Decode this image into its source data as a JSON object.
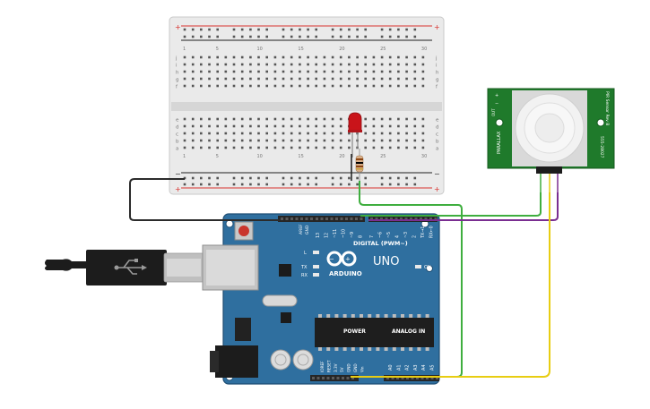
{
  "breadboard": {
    "rail_plus": "+",
    "rail_minus": "−",
    "row_letters_top": [
      "a",
      "b",
      "c",
      "d",
      "e"
    ],
    "row_letters_bottom": [
      "f",
      "g",
      "h",
      "i",
      "j"
    ],
    "column_numbers": [
      "1",
      "5",
      "10",
      "15",
      "20",
      "25",
      "30"
    ]
  },
  "arduino": {
    "brand": "ARDUINO",
    "model": "UNO",
    "digital_label": "DIGITAL (PWM~)",
    "power_label": "POWER",
    "analog_label": "ANALOG IN",
    "on_label": "ON",
    "led_l": "L",
    "led_tx": "TX",
    "led_rx": "RX",
    "aref": "AREF",
    "gnd": "GND",
    "digital_pins": [
      "13",
      "12",
      "~11",
      "~10",
      "~9",
      "8",
      "7",
      "~6",
      "~5",
      "4",
      "~3",
      "2",
      "TX→1",
      "RX←0"
    ],
    "power_pins": [
      "IOREF",
      "RESET",
      "3.3V",
      "5V",
      "GND",
      "GND",
      "Vin"
    ],
    "analog_pins": [
      "A0",
      "A1",
      "A2",
      "A3",
      "A4",
      "A5"
    ]
  },
  "pir_sensor": {
    "label_left": "PARALLAX",
    "label_right_top": "PIR Sensor Rev B",
    "label_right_bottom": "555-28027",
    "pin_labels": [
      "+",
      "−",
      "OUT"
    ]
  },
  "wires": {
    "black": "#2b2b2b",
    "green": "#3fae3f",
    "purple": "#7a2e91",
    "yellow": "#e8cd12"
  },
  "colors": {
    "board": "#2f6f9f",
    "board_dark": "#1f4e73",
    "pcb_green": "#1f7a2b",
    "led_red": "#c9141a",
    "rail_red": "#d8322e",
    "header": "#262626"
  }
}
